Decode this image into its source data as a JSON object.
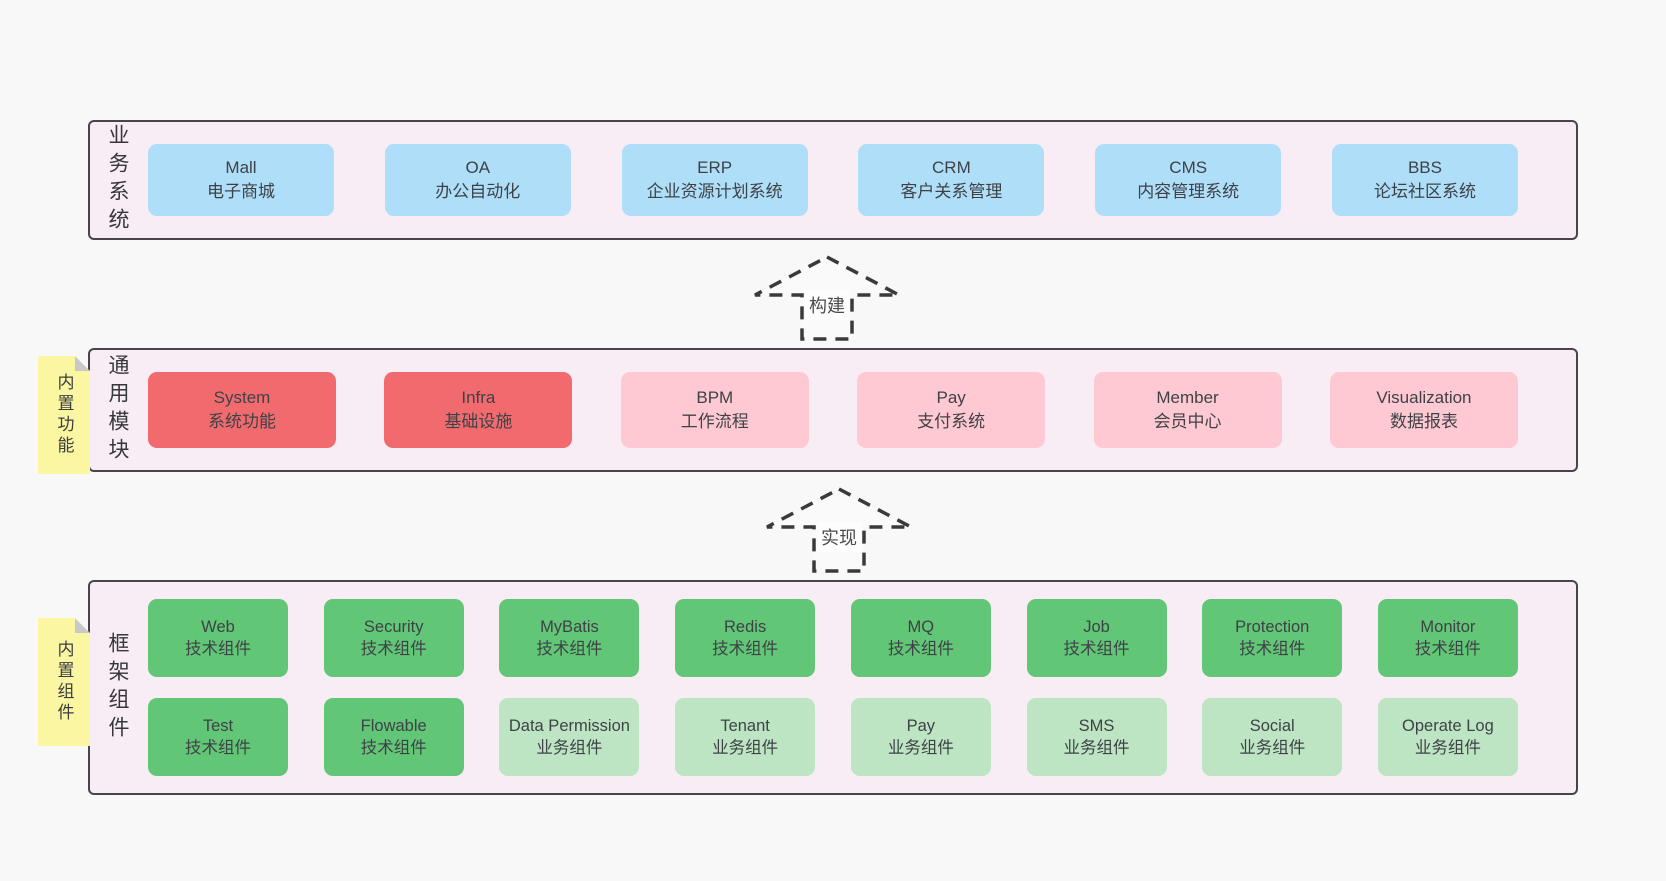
{
  "diagram": {
    "background": "#f8f8f8",
    "container_fill": "#f8edf5",
    "container_border": "#47444c"
  },
  "colors": {
    "business_box": "#aedef8",
    "core_module_box": "#f16b6e",
    "optional_module_box": "#fec9d3",
    "tech_component_box": "#62c677",
    "biz_component_box": "#bee5c3",
    "note_fill": "#fbf6a1",
    "note_fold": "#c9c9c9",
    "arrow_stroke": "#3a3a3a"
  },
  "arrows": [
    {
      "label": "构建"
    },
    {
      "label": "实现"
    }
  ],
  "layers": [
    {
      "label": "业务系统",
      "note": null,
      "rows": [
        [
          {
            "name": "Mall",
            "desc": "电子商城",
            "variant": "blue"
          },
          {
            "name": "OA",
            "desc": "办公自动化",
            "variant": "blue"
          },
          {
            "name": "ERP",
            "desc": "企业资源计划系统",
            "variant": "blue"
          },
          {
            "name": "CRM",
            "desc": "客户关系管理",
            "variant": "blue"
          },
          {
            "name": "CMS",
            "desc": "内容管理系统",
            "variant": "blue"
          },
          {
            "name": "BBS",
            "desc": "论坛社区系统",
            "variant": "blue"
          }
        ]
      ]
    },
    {
      "label": "通用模块",
      "note": "内置功能",
      "rows": [
        [
          {
            "name": "System",
            "desc": "系统功能",
            "variant": "red"
          },
          {
            "name": "Infra",
            "desc": "基础设施",
            "variant": "red"
          },
          {
            "name": "BPM",
            "desc": "工作流程",
            "variant": "pink"
          },
          {
            "name": "Pay",
            "desc": "支付系统",
            "variant": "pink"
          },
          {
            "name": "Member",
            "desc": "会员中心",
            "variant": "pink"
          },
          {
            "name": "Visualization",
            "desc": "数据报表",
            "variant": "pink"
          }
        ]
      ]
    },
    {
      "label": "框架组件",
      "note": "内置组件",
      "rows": [
        [
          {
            "name": "Web",
            "desc": "技术组件",
            "variant": "green"
          },
          {
            "name": "Security",
            "desc": "技术组件",
            "variant": "green"
          },
          {
            "name": "MyBatis",
            "desc": "技术组件",
            "variant": "green"
          },
          {
            "name": "Redis",
            "desc": "技术组件",
            "variant": "green"
          },
          {
            "name": "MQ",
            "desc": "技术组件",
            "variant": "green"
          },
          {
            "name": "Job",
            "desc": "技术组件",
            "variant": "green"
          },
          {
            "name": "Protection",
            "desc": "技术组件",
            "variant": "green"
          },
          {
            "name": "Monitor",
            "desc": "技术组件",
            "variant": "green"
          }
        ],
        [
          {
            "name": "Test",
            "desc": "技术组件",
            "variant": "green"
          },
          {
            "name": "Flowable",
            "desc": "技术组件",
            "variant": "green"
          },
          {
            "name": "Data Permission",
            "desc": "业务组件",
            "variant": "lightgreen"
          },
          {
            "name": "Tenant",
            "desc": "业务组件",
            "variant": "lightgreen"
          },
          {
            "name": "Pay",
            "desc": "业务组件",
            "variant": "lightgreen"
          },
          {
            "name": "SMS",
            "desc": "业务组件",
            "variant": "lightgreen"
          },
          {
            "name": "Social",
            "desc": "业务组件",
            "variant": "lightgreen"
          },
          {
            "name": "Operate Log",
            "desc": "业务组件",
            "variant": "lightgreen"
          }
        ]
      ]
    }
  ]
}
